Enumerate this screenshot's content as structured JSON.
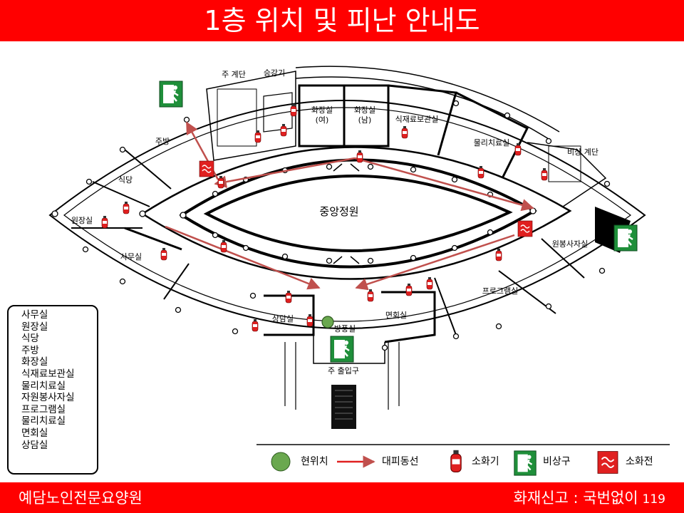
{
  "header": {
    "title": "1층 위치 및 피난 안내도"
  },
  "footer": {
    "org_name": "예담노인전문요양원",
    "fire_report": "화재신고 : 국번없이",
    "fire_number": "119"
  },
  "plan": {
    "center_label": "중앙정원",
    "rooms": {
      "main_stair": "주 계단",
      "elevator": "승강기",
      "toilet_f": "화장실",
      "toilet_f_sub": "(여)",
      "toilet_m": "화장실",
      "toilet_m_sub": "(남)",
      "food_storage": "식재료보관실",
      "physio": "물리치료실",
      "emergency_stair": "비상 계단",
      "kitchen": "주방",
      "dining": "식당",
      "director": "원장실",
      "office": "사무실",
      "volunteer": "원봉사자실",
      "program": "프로그램실",
      "visit": "면회실",
      "counsel": "상담실",
      "windbreak": "방풍실",
      "main_entrance": "주 출입구"
    }
  },
  "room_list": [
    "사무실",
    "원장실",
    "식당",
    "주방",
    "화장실",
    "식재료보관실",
    "물리치료실",
    "자원봉사자실",
    "프로그램실",
    "물리치료실",
    "면회실",
    "상담실"
  ],
  "legend": {
    "current": "현위치",
    "route": "대피동선",
    "extinguisher": "소화기",
    "exit": "비상구",
    "hydrant": "소화전"
  },
  "colors": {
    "banner": "#ff0000",
    "route": "#c0504d",
    "current": "#6aa84f",
    "exit": "#1f8f3a",
    "extinguisher": "#e02020"
  }
}
